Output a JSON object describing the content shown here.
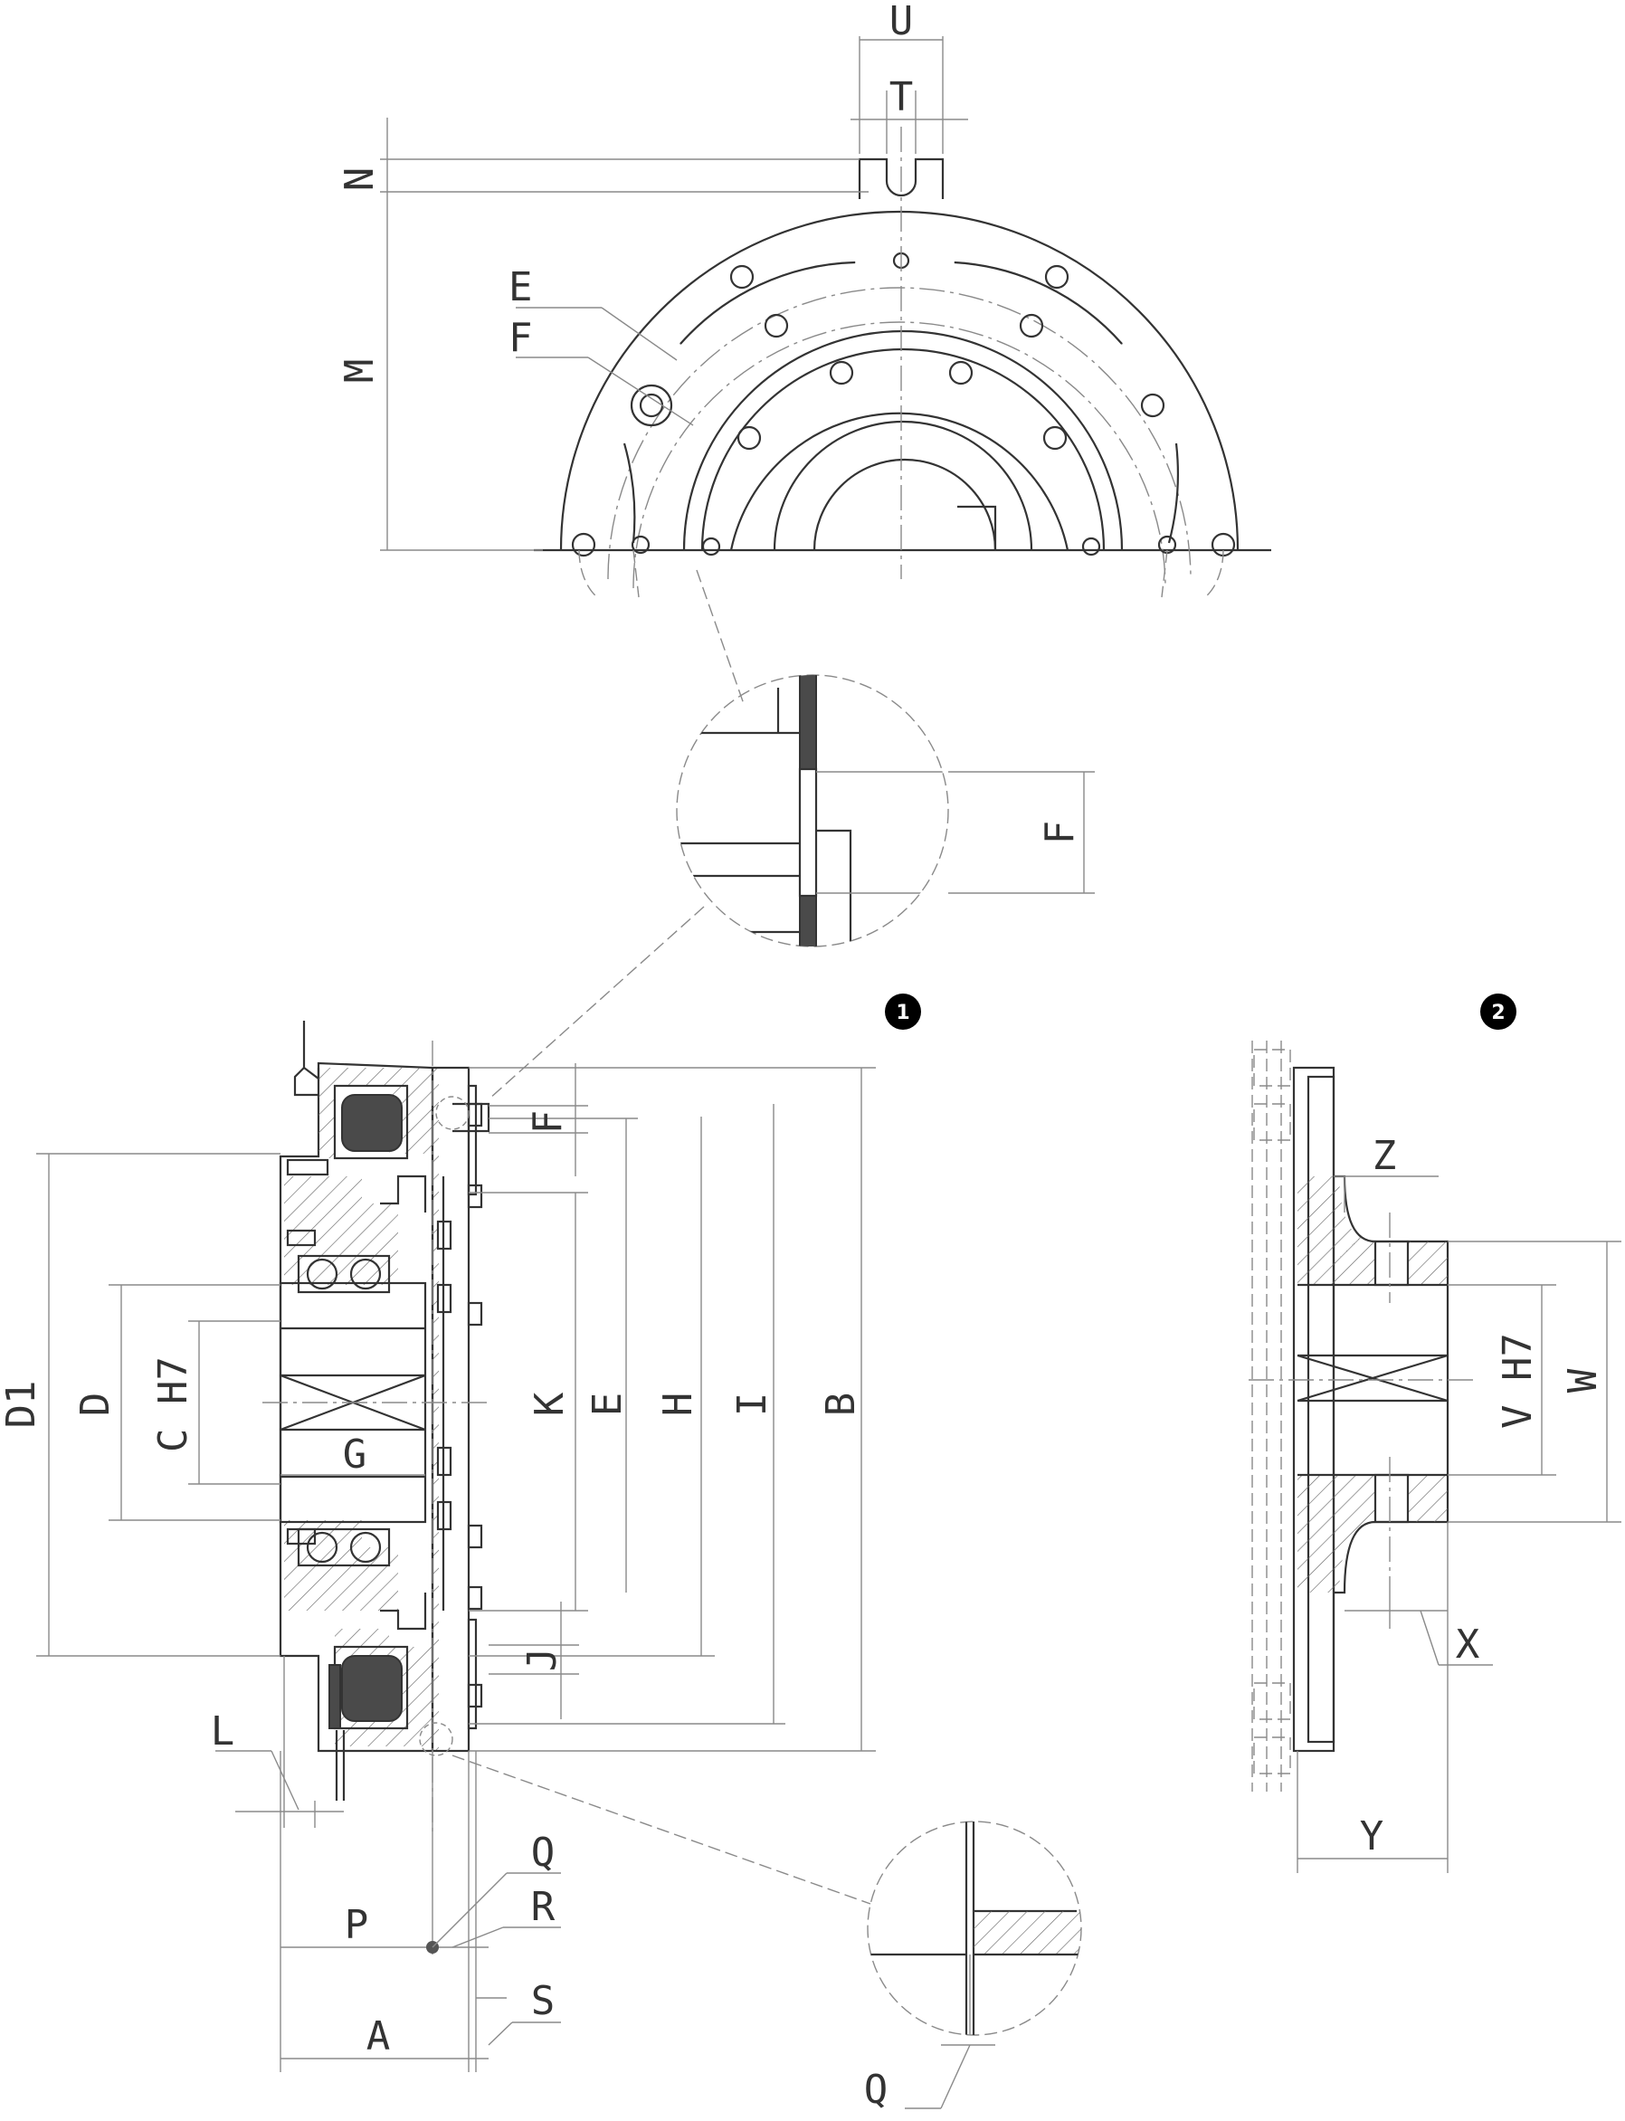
{
  "labels": {
    "U": "U",
    "T": "T",
    "N": "N",
    "M": "M",
    "E_top": "E",
    "F_top": "F",
    "F_detail": "F",
    "F_side": "F",
    "D1": "D1",
    "D": "D",
    "C": "C H7",
    "G": "G",
    "K": "K",
    "E_side": "E",
    "H": "H",
    "I": "I",
    "B": "B",
    "J": "J",
    "L": "L",
    "P": "P",
    "A": "A",
    "Q": "Q",
    "R": "R",
    "S": "S",
    "Q_detail": "Q",
    "Z": "Z",
    "V": "V H7",
    "W": "W",
    "X": "X",
    "Y": "Y"
  },
  "badges": {
    "view1": "1",
    "view2": "2"
  },
  "colors": {
    "line": "#333333",
    "dim": "#8a8a8a",
    "friction": "#4a4a4a",
    "badge": "#000000"
  }
}
